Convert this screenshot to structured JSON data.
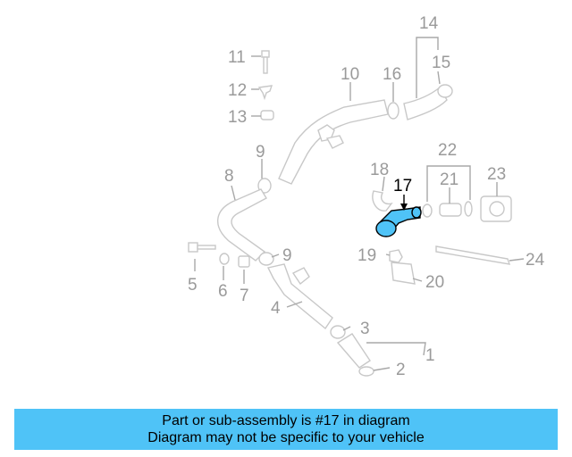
{
  "diagram": {
    "highlight_color": "#4fc3f7",
    "callouts": [
      "1",
      "2",
      "3",
      "4",
      "5",
      "6",
      "7",
      "8",
      "9",
      "9",
      "10",
      "11",
      "12",
      "13",
      "14",
      "15",
      "16",
      "17",
      "18",
      "19",
      "20",
      "21",
      "22",
      "23",
      "24"
    ]
  },
  "banner": {
    "line1": "Part or sub-assembly is #17 in diagram",
    "line2": "Diagram may not be specific to your vehicle",
    "color": "#4fc3f7"
  }
}
